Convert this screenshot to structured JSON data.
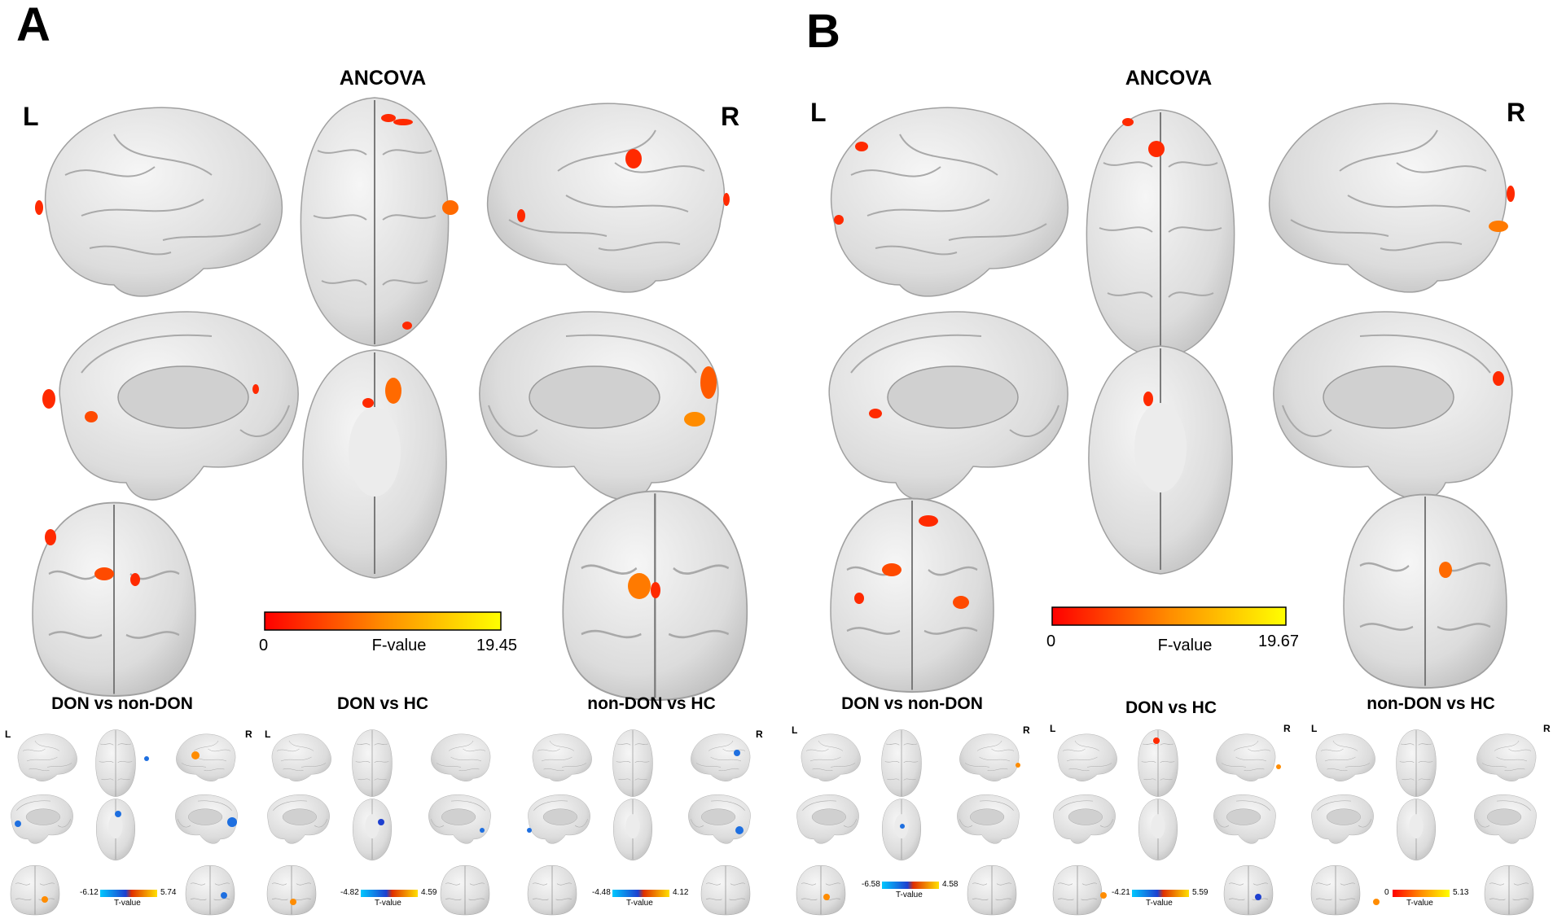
{
  "panels": [
    {
      "letter": "A",
      "title": "ANCOVA",
      "left_label": "L",
      "right_label": "R",
      "colorbar": {
        "min": "0",
        "max": "19.45",
        "label": "F-value",
        "colors": [
          "#ff0000",
          "#ff8c00",
          "#ffff00"
        ]
      },
      "comparisons": [
        {
          "title": "DON vs non-DON",
          "left_label": "L",
          "right_label": "R",
          "min": "-6.12",
          "max": "5.74",
          "label": "T-value"
        },
        {
          "title": "DON vs HC",
          "left_label": "L",
          "right_label": "",
          "min": "-4.82",
          "max": "4.59",
          "label": "T-value"
        },
        {
          "title": "non-DON vs HC",
          "left_label": "",
          "right_label": "R",
          "min": "-4.48",
          "max": "4.12",
          "label": "T-value"
        }
      ]
    },
    {
      "letter": "B",
      "title": "ANCOVA",
      "left_label": "L",
      "right_label": "R",
      "colorbar": {
        "min": "0",
        "max": "19.67",
        "label": "F-value",
        "colors": [
          "#ff0000",
          "#ff8c00",
          "#ffff00"
        ]
      },
      "comparisons": [
        {
          "title": "DON vs non-DON",
          "left_label": "L",
          "right_label": "R",
          "min": "-6.58",
          "max": "4.58",
          "label": "T-value"
        },
        {
          "title": "DON vs HC",
          "left_label": "L",
          "right_label": "R",
          "min": "-4.21",
          "max": "5.59",
          "label": "T-value"
        },
        {
          "title": "non-DON vs HC",
          "left_label": "L",
          "right_label": "R",
          "min": "0",
          "max": "5.13",
          "label": "T-value"
        }
      ]
    }
  ],
  "colors": {
    "brain_fill": "#e6e6e6",
    "brain_stroke": "#9a9a9a",
    "activation_hot": "#ff2a00",
    "activation_warm": "#ff8c00",
    "activation_cold": "#1e6fe0"
  }
}
